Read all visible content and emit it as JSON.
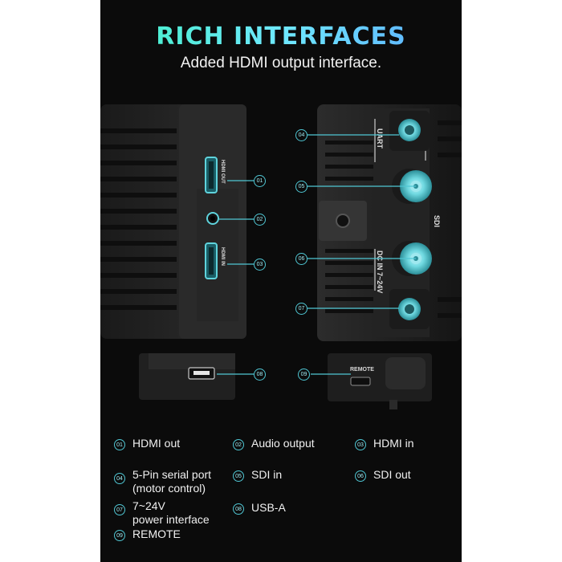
{
  "header": {
    "title": "RICH INTERFACES",
    "subtitle": "Added HDMI output interface."
  },
  "device_labels": {
    "hdmi_out": "HDMI OUT",
    "hdmi_in": "HDMI IN",
    "uart": "UART",
    "sdi": "SDI",
    "dc_in": "DC IN 7~24V",
    "remote": "REMOTE"
  },
  "callouts": [
    "01",
    "02",
    "03",
    "04",
    "05",
    "06",
    "07",
    "08",
    "09"
  ],
  "legend": [
    {
      "num": "01",
      "label": "HDMI out"
    },
    {
      "num": "02",
      "label": "Audio output"
    },
    {
      "num": "03",
      "label": "HDMI in"
    },
    {
      "num": "04",
      "label": "5-Pin serial port\n(motor control)"
    },
    {
      "num": "05",
      "label": "SDI in"
    },
    {
      "num": "06",
      "label": "SDI out"
    },
    {
      "num": "07",
      "label": "7~24V\npower interface"
    },
    {
      "num": "08",
      "label": "USB-A"
    },
    {
      "num": "09",
      "label": "REMOTE"
    }
  ],
  "colors": {
    "accent": "#4fc6d3",
    "port_glow": "#5fd3dc",
    "background": "#0b0b0b"
  }
}
